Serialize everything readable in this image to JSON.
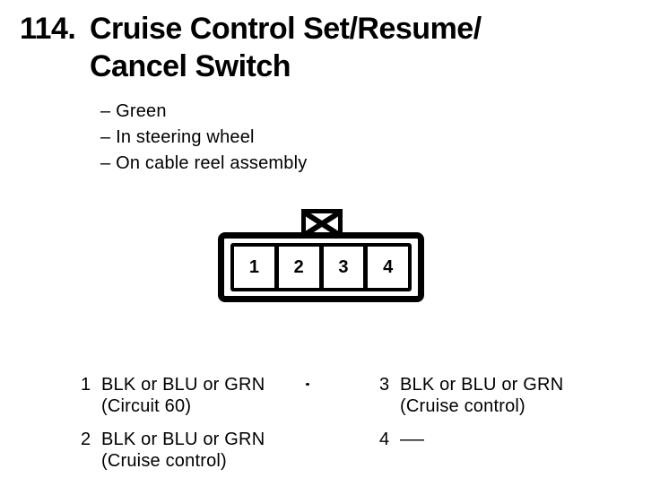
{
  "document": {
    "item_number": "114.",
    "title_lines": [
      "Cruise Control Set/Resume/",
      "Cancel Switch"
    ],
    "notes": [
      "– Green",
      "– In steering wheel",
      "– On cable reel assembly"
    ],
    "connector": {
      "pins": [
        "1",
        "2",
        "3",
        "4"
      ],
      "tab_icon": "crossed-box"
    },
    "pin_legend": {
      "left_column": [
        {
          "pin": "1",
          "wire": "BLK or BLU or GRN",
          "circuit": "(Circuit 60)"
        },
        {
          "pin": "2",
          "wire": "BLK or BLU or GRN",
          "circuit": "(Cruise control)"
        }
      ],
      "right_column": [
        {
          "pin": "3",
          "wire": "BLK or BLU or GRN",
          "circuit": "(Cruise control)"
        },
        {
          "pin": "4",
          "wire": "—",
          "circuit": ""
        }
      ]
    },
    "colors": {
      "ink": "#000000",
      "paper": "#ffffff"
    }
  }
}
